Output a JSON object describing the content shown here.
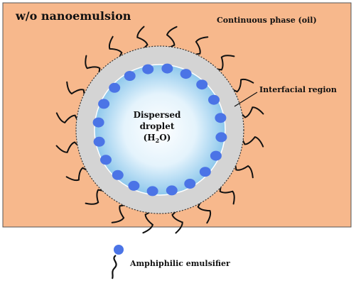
{
  "diagram": {
    "title": "w/o nanoemulsion",
    "continuous_phase_label": "Continuous phase (oil)",
    "interfacial_label": "Interfacial region",
    "droplet_label_line1": "Dispersed",
    "droplet_label_line2": "droplet",
    "droplet_label_formula_open": "(H",
    "droplet_label_formula_sub": "2",
    "droplet_label_formula_close": "O)",
    "legend_label": "Amphiphilic emulsifier"
  },
  "colors": {
    "oil_phase": "#F7B88C",
    "interfacial_shell": "#D4D4D4",
    "droplet_center": "#FFFFFF",
    "droplet_edge": "#8EC8EC",
    "emulsifier_head": "#4B74E6",
    "emulsifier_tail": "#111111"
  },
  "emulsifier_count": 20
}
